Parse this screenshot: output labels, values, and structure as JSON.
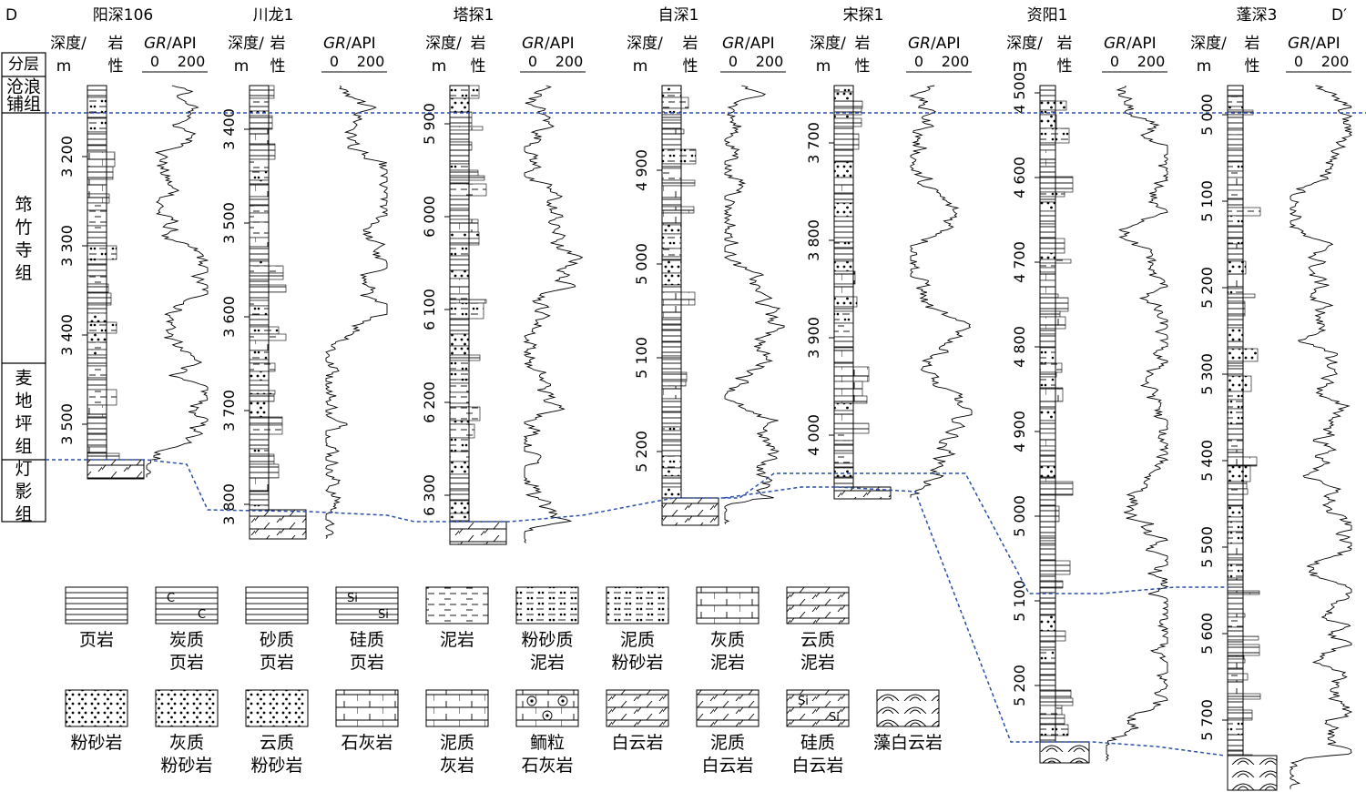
{
  "section": {
    "start_label": "D",
    "end_label": "D′"
  },
  "column_headers": {
    "depth": "深度/",
    "depth_unit": "m",
    "lith_top": "岩",
    "lith_bottom": "性",
    "gr_var": "GR",
    "gr_unit": "/API",
    "gr_min": "0",
    "gr_max": "200"
  },
  "strata_column": {
    "title": "分层",
    "units": [
      {
        "name": "沧浪铺组",
        "lines": [
          "沧浪",
          "铺组"
        ]
      },
      {
        "name": "筇竹寺组",
        "lines": [
          "筇",
          "竹",
          "寺",
          "组"
        ]
      },
      {
        "name": "麦地坪组",
        "lines": [
          "麦",
          "地",
          "坪",
          "组"
        ]
      },
      {
        "name": "灯影组",
        "lines": [
          "灯",
          "影",
          "组"
        ]
      }
    ]
  },
  "wells": [
    {
      "name": "阳深106",
      "depth_ticks": [
        "3 200",
        "3 300",
        "3 400",
        "3 500"
      ]
    },
    {
      "name": "川龙1",
      "depth_ticks": [
        "3 400",
        "3 500",
        "3 600",
        "3 700",
        "3 800"
      ]
    },
    {
      "name": "塔探1",
      "depth_ticks": [
        "5 900",
        "6 000",
        "6 100",
        "6 200",
        "6 300"
      ]
    },
    {
      "name": "自深1",
      "depth_ticks": [
        "4 900",
        "5 000",
        "5 100",
        "5 200"
      ]
    },
    {
      "name": "宋探1",
      "depth_ticks": [
        "3 700",
        "3 800",
        "3 900",
        "4 000"
      ]
    },
    {
      "name": "资阳1",
      "depth_ticks": [
        "4 500",
        "4 600",
        "4 700",
        "4 800",
        "4 900",
        "5 000",
        "5 100",
        "5 200"
      ]
    },
    {
      "name": "蓬深3",
      "depth_ticks": [
        "5 000",
        "5 100",
        "5 200",
        "5 300",
        "5 400",
        "5 500",
        "5 600",
        "5 700"
      ]
    }
  ],
  "legend": [
    {
      "pattern": "shale",
      "lines": [
        "页岩"
      ]
    },
    {
      "pattern": "carb_shale",
      "lines": [
        "炭质",
        "页岩"
      ],
      "marks": [
        "C",
        "C"
      ]
    },
    {
      "pattern": "sandy_shale",
      "lines": [
        "砂质",
        "页岩"
      ]
    },
    {
      "pattern": "sil_shale",
      "lines": [
        "硅质",
        "页岩"
      ],
      "marks": [
        "Si",
        "Si"
      ]
    },
    {
      "pattern": "mudstone",
      "lines": [
        "泥岩"
      ]
    },
    {
      "pattern": "silty_mud",
      "lines": [
        "粉砂质",
        "泥岩"
      ]
    },
    {
      "pattern": "mud_silt",
      "lines": [
        "泥质",
        "粉砂岩"
      ]
    },
    {
      "pattern": "lime_mud",
      "lines": [
        "灰质",
        "泥岩"
      ]
    },
    {
      "pattern": "dolo_mud",
      "lines": [
        "云质",
        "泥岩"
      ]
    },
    {
      "pattern": "siltstone",
      "lines": [
        "粉砂岩"
      ]
    },
    {
      "pattern": "lime_silt",
      "lines": [
        "灰质",
        "粉砂岩"
      ]
    },
    {
      "pattern": "dolo_silt",
      "lines": [
        "云质",
        "粉砂岩"
      ]
    },
    {
      "pattern": "limestone",
      "lines": [
        "石灰岩"
      ]
    },
    {
      "pattern": "mud_lime",
      "lines": [
        "泥质",
        "灰岩"
      ]
    },
    {
      "pattern": "oolitic",
      "lines": [
        "鲕粒",
        "石灰岩"
      ]
    },
    {
      "pattern": "dolomite",
      "lines": [
        "白云岩"
      ]
    },
    {
      "pattern": "mud_dolo",
      "lines": [
        "泥质",
        "白云岩"
      ]
    },
    {
      "pattern": "sil_dolo",
      "lines": [
        "硅质",
        "白云岩"
      ],
      "marks": [
        "Si",
        "Si"
      ]
    },
    {
      "pattern": "algal_dolo",
      "lines": [
        "藻白云岩"
      ]
    }
  ],
  "colors": {
    "correlation_line": "#2b4fa8",
    "ink": "#000000"
  }
}
